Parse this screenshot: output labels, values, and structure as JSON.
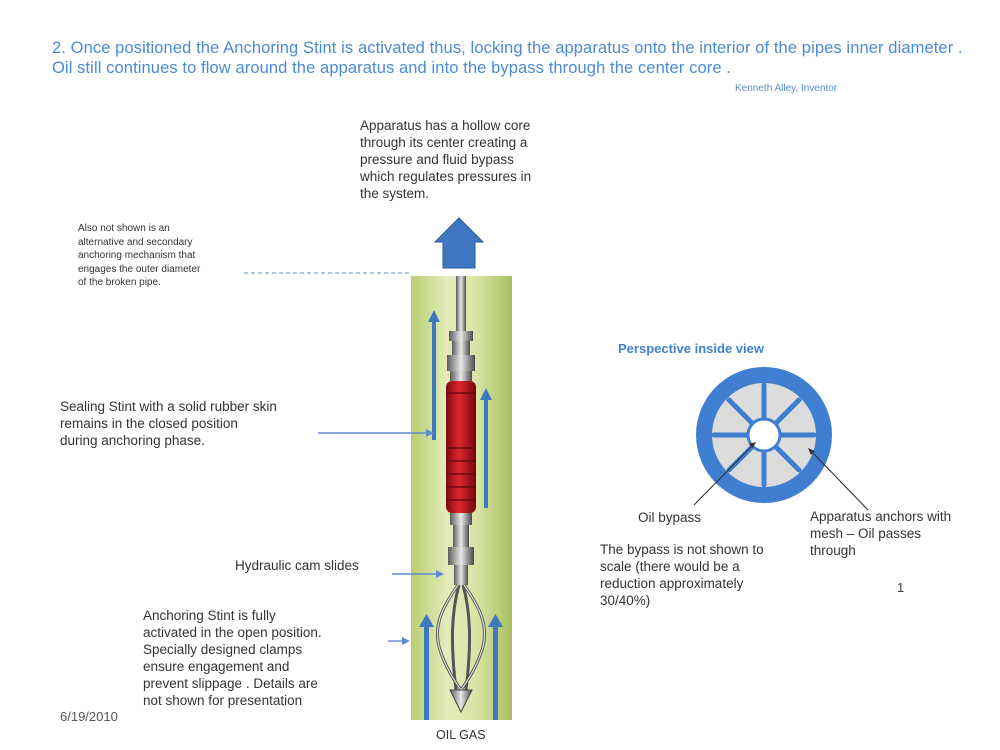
{
  "title": "2.  Once positioned the Anchoring Stint is activated thus, locking the apparatus onto the interior of the pipes inner diameter . Oil still continues to flow around the apparatus and into the bypass through the center core .",
  "author": "Kenneth Alley, Inventor",
  "labels": {
    "hollow_core": "Apparatus has a hollow core\nthrough its center  creating a\npressure and fluid bypass\nwhich regulates pressures in\nthe system.",
    "secondary_anchor": "Also not shown is an\nalternative and  secondary\nanchoring mechanism  that\nengages the outer diameter\nof the broken pipe.",
    "sealing_stint": "Sealing Stint with a solid rubber skin\nremains in the closed position\nduring anchoring phase.",
    "hydraulic": "Hydraulic cam slides",
    "anchoring_stint": "Anchoring  Stint  is fully\nactivated  in the open position.\nSpecially designed  clamps\nensure engagement and\nprevent slippage . Details are\nnot shown for presentation",
    "perspective": "Perspective inside view",
    "oil_bypass": "Oil bypass",
    "mesh": "Apparatus anchors with\nmesh – Oil passes\nthrough",
    "bypass_scale": "The bypass is not shown to\nscale (there would be a\nreduction approximately\n30/40%)",
    "oil_gas": "OIL GAS"
  },
  "page_number": "1",
  "date": "6/19/2010",
  "colors": {
    "title_blue": "#4a8bd6",
    "arrow_blue": "#3f78c0",
    "ring_blue": "#3f7ed0",
    "rubber_red": "#c0141b",
    "pipe_green": "#c9d98c"
  }
}
